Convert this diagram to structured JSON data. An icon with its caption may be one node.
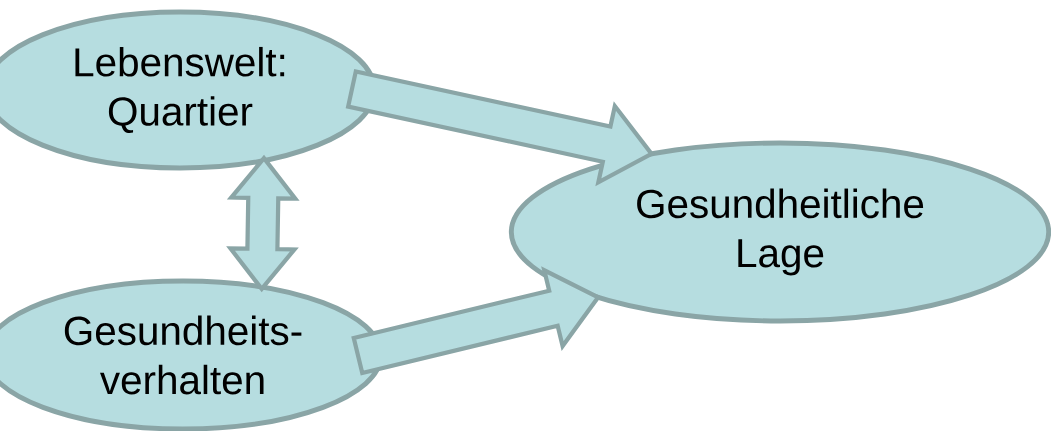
{
  "diagram": {
    "nodes": [
      {
        "text": [
          "Lebenswelt: Quartier"
        ]
      },
      {
        "text": [
          "Gesundheitliche Lage"
        ]
      },
      {
        "text": [
          "Gesundheits- verhalten"
        ]
      }
    ],
    "edges": [
      {
        "from": 0,
        "to": 1,
        "arrow": "to"
      },
      {
        "from": 2,
        "to": 1,
        "arrow": "to"
      },
      {
        "from": 0,
        "to": 2,
        "arrow": "both"
      }
    ]
  }
}
